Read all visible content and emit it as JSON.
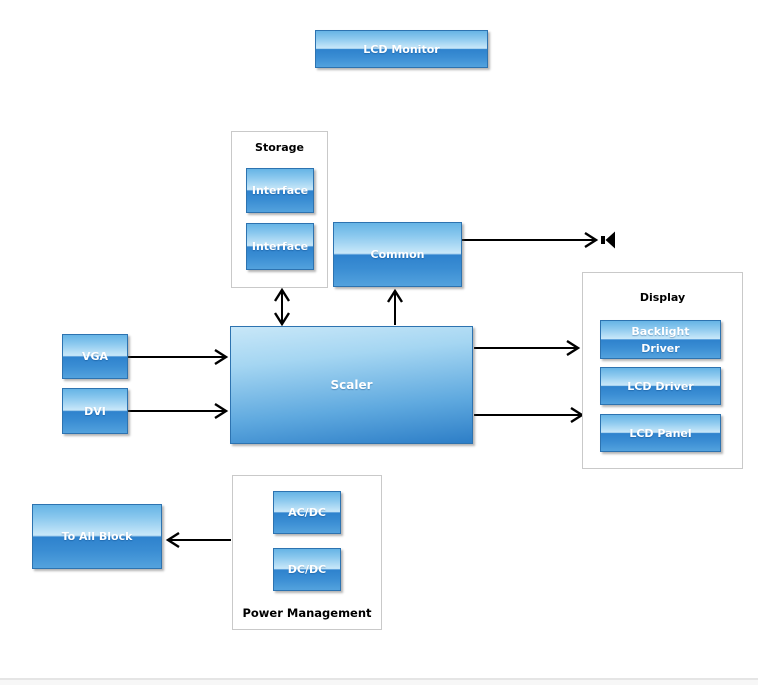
{
  "diagram": {
    "title": "LCD Monitor",
    "blocks": {
      "lcd_monitor": "LCD Monitor",
      "vga": "VGA",
      "dvi": "DVI",
      "scaler": "Scaler",
      "common": "Common",
      "to_all_block": "To All Block"
    },
    "groups": {
      "storage": {
        "title": "Storage",
        "items": [
          {
            "label": "Interface"
          },
          {
            "label": "Interface"
          }
        ]
      },
      "display": {
        "title": "Display",
        "items": [
          {
            "label": "Backlight Driver"
          },
          {
            "label": "LCD Driver"
          },
          {
            "label": "LCD Panel"
          }
        ]
      },
      "power": {
        "title": "Power Management",
        "items": [
          {
            "label": "AC/DC"
          },
          {
            "label": "DC/DC"
          }
        ]
      }
    },
    "icons": {
      "audio_out": "speaker-icon"
    },
    "colors": {
      "block_gloss_top": "#66b4e5",
      "block_gloss_light": "#c9e8f9",
      "block_fill_bottom": "#2e82cd",
      "block_border": "#2d73b0",
      "group_border": "#c9c9c9",
      "connector": "#000000",
      "text_on_block": "#ffffff",
      "text_title": "#000000"
    }
  }
}
